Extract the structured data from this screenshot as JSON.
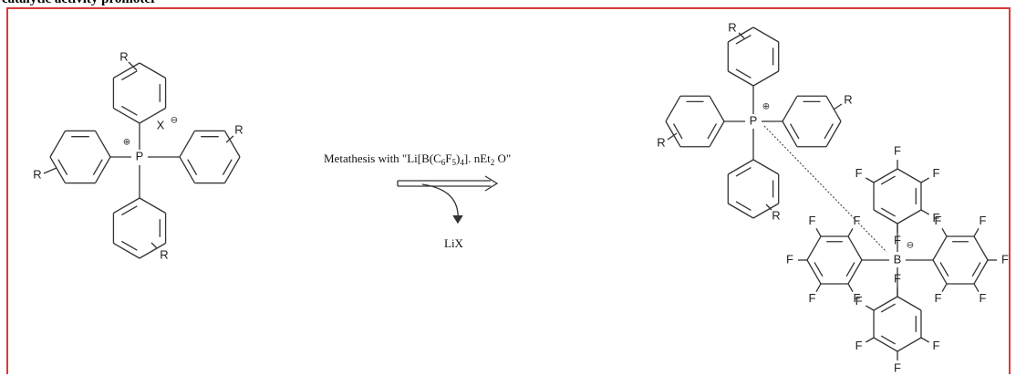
{
  "caption": "catalytic activity promoter",
  "scheme": {
    "reactant": {
      "substituent": "R",
      "phosphorus": "P",
      "counterion": "X",
      "charge": "⊖",
      "cation_charge": "⊕"
    },
    "reaction": {
      "reagent_prefix": "Metathesis with   \"Li[B(C",
      "sub1": "6",
      "mid1": "F",
      "sub2": "5",
      "mid2": ")",
      "sub3": "4",
      "mid3": "]. nEt",
      "sub4": "2",
      "suffix": " O\"",
      "byproduct": "LiX"
    },
    "product": {
      "substituent": "R",
      "phosphorus": "P",
      "boron": "B",
      "fluorine": "F",
      "cation_charge": "⊕",
      "anion_charge": "⊖"
    }
  }
}
